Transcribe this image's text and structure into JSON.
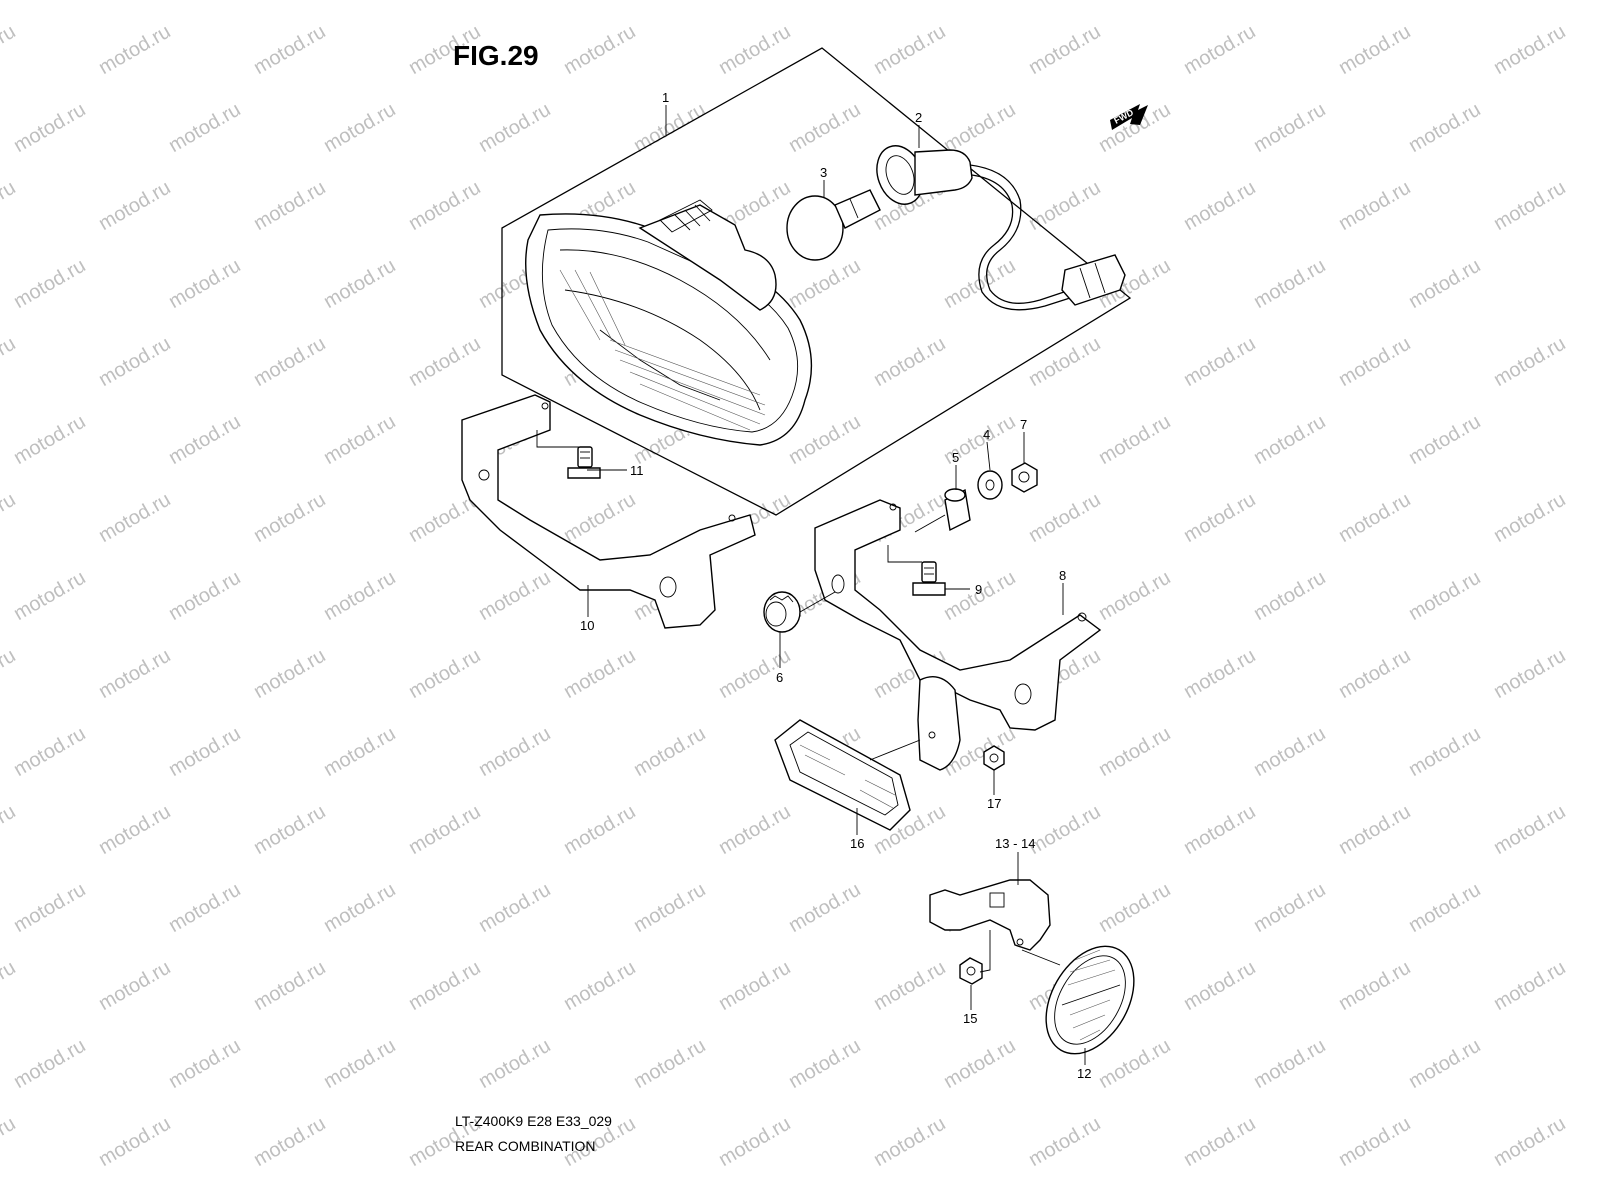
{
  "figure_label": "FIG.29",
  "direction_label": "FWD",
  "watermark_text": "motod.ru",
  "footer": {
    "code": "LT-Z400K9 E28 E33_029",
    "description": "REAR COMBINATION"
  },
  "callouts": {
    "c1": "1",
    "c2": "2",
    "c3": "3",
    "c4": "4",
    "c5": "5",
    "c6": "6",
    "c7": "7",
    "c8": "8",
    "c9": "9",
    "c10": "10",
    "c11": "11",
    "c12": "12",
    "c13_14": "13 - 14",
    "c15": "15",
    "c16": "16",
    "c17": "17"
  },
  "colors": {
    "line": "#000000",
    "watermark": "#bfbfbf",
    "background": "#ffffff"
  }
}
